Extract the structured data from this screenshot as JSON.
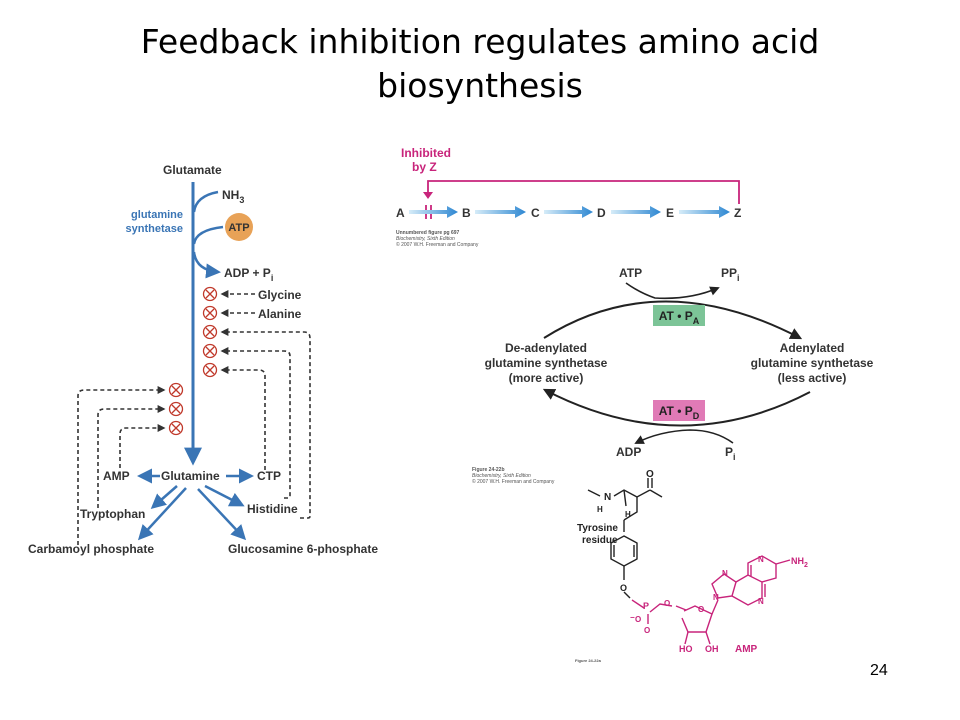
{
  "slide": {
    "title_line1": "Feedback inhibition regulates amino acid",
    "title_line2": "biosynthesis",
    "page_number": "24"
  },
  "left_diagram": {
    "glutamate": "Glutamate",
    "nh3": "NH",
    "nh3_sub": "3",
    "enzyme_line1": "glutamine",
    "enzyme_line2": "synthetase",
    "atp": "ATP",
    "adp_pi": "ADP + P",
    "adp_pi_sub": "i",
    "glycine": "Glycine",
    "alanine": "Alanine",
    "glutamine": "Glutamine",
    "amp": "AMP",
    "ctp": "CTP",
    "tryptophan": "Tryptophan",
    "histidine": "Histidine",
    "carbamoyl": "Carbamoyl phosphate",
    "glucosamine": "Glucosamine 6-phosphate"
  },
  "feedback_diagram": {
    "inhibited_line1": "Inhibited",
    "inhibited_line2": "by Z",
    "steps": [
      "A",
      "B",
      "C",
      "D",
      "E",
      "Z"
    ],
    "caption_line1": "Unnumbered figure pg 697",
    "caption_line2": "Biochemistry, Sixth Edition",
    "caption_line3": "© 2007 W.H. Freeman and Company"
  },
  "cycle_diagram": {
    "atp": "ATP",
    "ppi": "PP",
    "ppi_sub": "i",
    "at_pa": "AT • P",
    "at_pa_sub": "A",
    "at_pd": "AT • P",
    "at_pd_sub": "D",
    "deadenylated_line1": "De-adenylated",
    "deadenylated_line2": "glutamine synthetase",
    "deadenylated_line3": "(more active)",
    "adenylated_line1": "Adenylated",
    "adenylated_line2": "glutamine synthetase",
    "adenylated_line3": "(less active)",
    "adp": "ADP",
    "pi": "P",
    "pi_sub": "i",
    "caption_line1": "Figure 24-22b",
    "caption_line2": "Biochemistry, Sixth Edition",
    "caption_line3": "© 2007 W.H. Freeman and Company"
  },
  "structure": {
    "tyrosine_line1": "Tyrosine",
    "tyrosine_line2": "residue",
    "n_label": "N",
    "h_label": "H",
    "h_label2": "H",
    "o_label": "O",
    "nh2": "NH",
    "nh2_sub": "2",
    "ho": "HO",
    "oh": "OH",
    "amp": "AMP",
    "caption": "Figure 24-22a"
  },
  "colors": {
    "blue": "#3a75b5",
    "magenta": "#c8247b",
    "orange": "#e8a257",
    "green_box": "#7cc497",
    "pink_box": "#e07ab6",
    "arrow_blue_start": "#d6ecf8",
    "arrow_blue_end": "#2d87d2"
  }
}
